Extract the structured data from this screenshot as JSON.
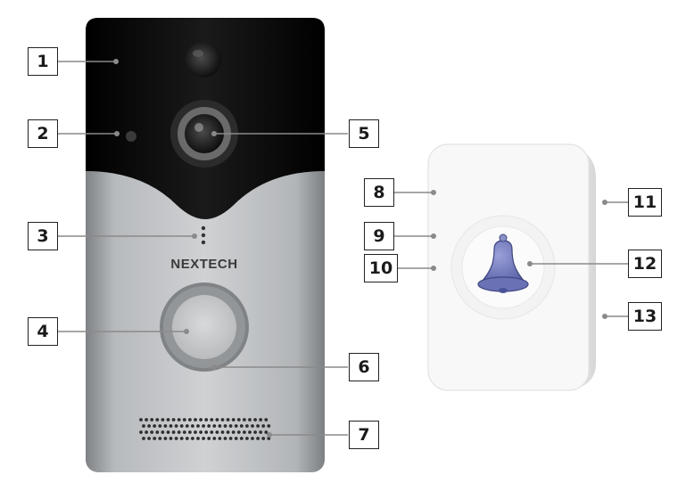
{
  "doorbell": {
    "brand": "NEXTECH",
    "colors": {
      "glass": "#0b0b0b",
      "body": "#b4b7ba",
      "ring": "#8e9194",
      "button": "#c9cacc"
    }
  },
  "chime": {
    "icon": "bell-icon",
    "colors": {
      "body": "#f7f7f7",
      "bell": "#7078b8"
    }
  },
  "callouts": [
    "1",
    "2",
    "3",
    "4",
    "5",
    "6",
    "7",
    "8",
    "9",
    "10",
    "11",
    "12",
    "13"
  ]
}
